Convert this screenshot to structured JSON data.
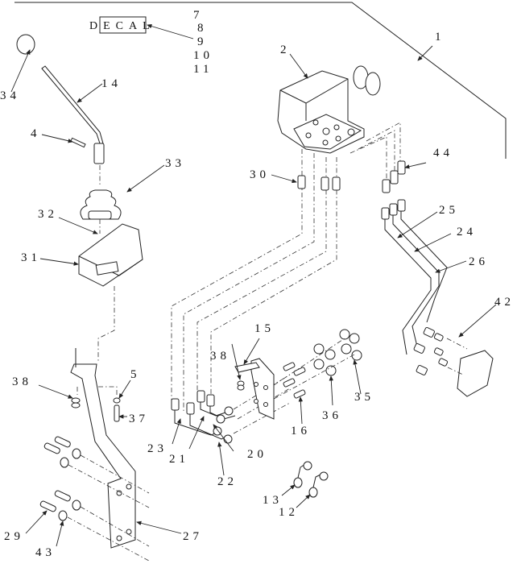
{
  "diagram": {
    "decal_label": "DECAL",
    "decal_items": [
      "7",
      "8",
      "9",
      "10",
      "11"
    ],
    "callouts": {
      "c1": "1",
      "c2": "2",
      "c4": "4",
      "c5": "5",
      "c12": "12",
      "c13": "13",
      "c14": "14",
      "c15": "15",
      "c16": "16",
      "c20": "20",
      "c21": "21",
      "c22": "22",
      "c23": "23",
      "c24": "24",
      "c25": "25",
      "c26": "26",
      "c27": "27",
      "c29": "29",
      "c30": "30",
      "c31": "31",
      "c32": "32",
      "c33": "33",
      "c34": "34",
      "c35": "35",
      "c36": "36",
      "c37": "37",
      "c38a": "38",
      "c38b": "38",
      "c42": "42",
      "c43": "43",
      "c44": "44"
    }
  }
}
